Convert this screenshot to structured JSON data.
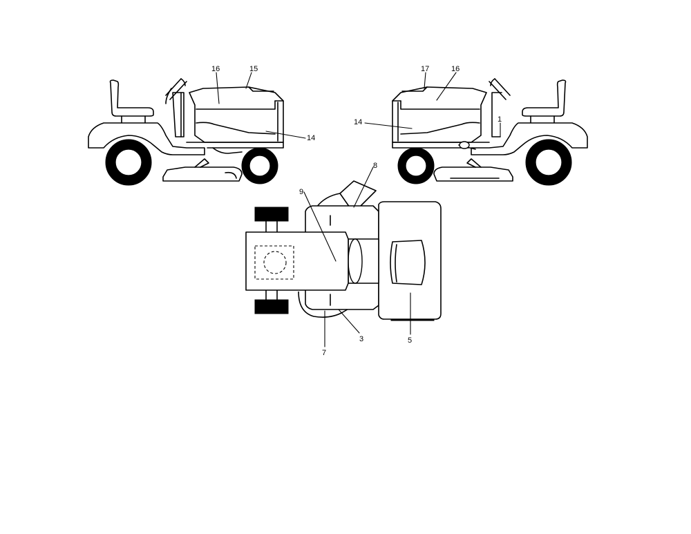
{
  "callouts": {
    "left_view": {
      "c16": "16",
      "c15": "15",
      "c14": "14"
    },
    "right_view": {
      "c17": "17",
      "c16": "16",
      "c14": "14",
      "c1": "1"
    },
    "top_view": {
      "c8": "8",
      "c9": "9",
      "c7": "7",
      "c3": "3",
      "c5": "5"
    }
  }
}
